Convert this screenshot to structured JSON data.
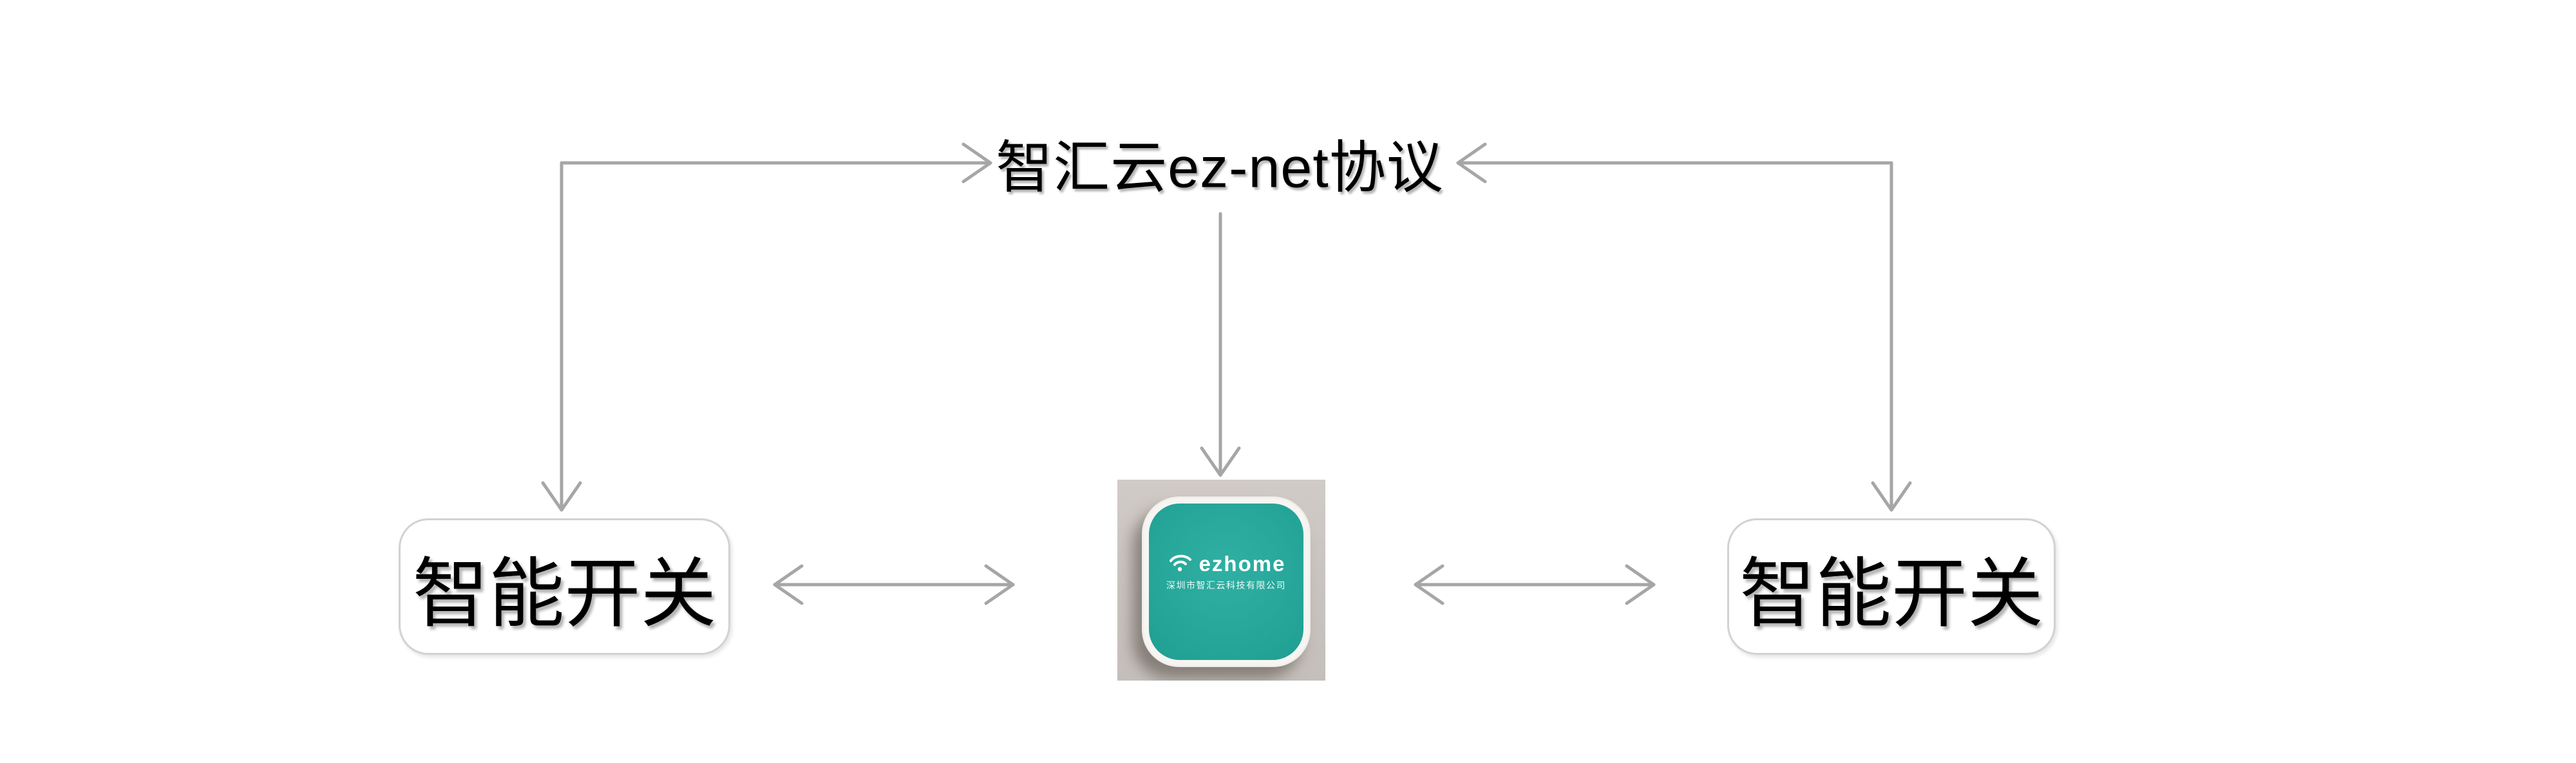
{
  "diagram": {
    "title": "智汇云ez-net协议",
    "nodes": {
      "left_switch": {
        "label": "智能开关"
      },
      "right_switch": {
        "label": "智能开关"
      },
      "gateway": {
        "brand": "ezhome",
        "company": "深圳市智汇云科技有限公司",
        "icon": "wifi-arcs-icon"
      }
    },
    "connections": [
      {
        "from": "left_switch",
        "to": "title",
        "style": "elbow, arrowheads at title and at switch"
      },
      {
        "from": "right_switch",
        "to": "title",
        "style": "elbow, arrowheads at title and at switch"
      },
      {
        "from": "title",
        "to": "gateway",
        "style": "straight down, single arrowhead at gateway"
      },
      {
        "from": "left_switch",
        "to": "gateway",
        "style": "horizontal double-headed arrow"
      },
      {
        "from": "gateway",
        "to": "right_switch",
        "style": "horizontal double-headed arrow"
      }
    ],
    "colors": {
      "background": "#ffffff",
      "arrow": "#a6a6a6",
      "node_border": "#d2d2d2",
      "text": "#000000",
      "device_teal": "#27a79a",
      "device_bezel": "#f7f5f2",
      "photo_background": "#c9c3bf",
      "logo_text": "#ffffff"
    }
  }
}
